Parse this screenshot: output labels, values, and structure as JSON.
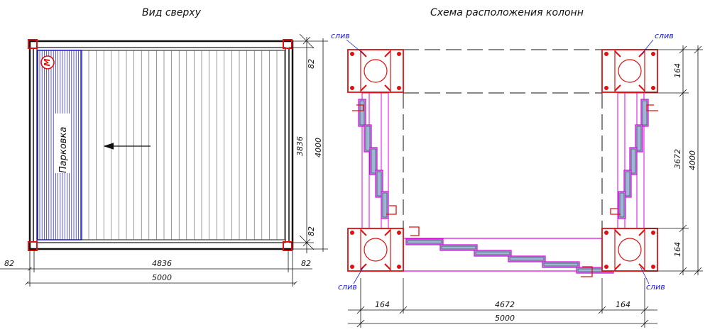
{
  "top_view": {
    "title": "Вид сверху",
    "parking_label": "Парковка",
    "metro_symbol": "М",
    "dims": {
      "overall_width": "5000",
      "inner_width": "4836",
      "edge_left": "82",
      "edge_right": "82",
      "overall_height": "4000",
      "inner_height": "3836",
      "edge_top": "82",
      "edge_bottom": "82"
    }
  },
  "column_scheme": {
    "title": "Схема расположения колонн",
    "drain_label": "слив",
    "dims": {
      "overall_width": "5000",
      "span_width": "4672",
      "column_left": "164",
      "column_right": "164",
      "overall_height": "4000",
      "span_height": "3672",
      "column_top": "164",
      "column_bottom": "164"
    }
  },
  "colors": {
    "line": "#111111",
    "column": "#e01010",
    "magenta": "#e000e0",
    "blue": "#1a1ad0",
    "stair_fill": "#9fb6d6"
  }
}
